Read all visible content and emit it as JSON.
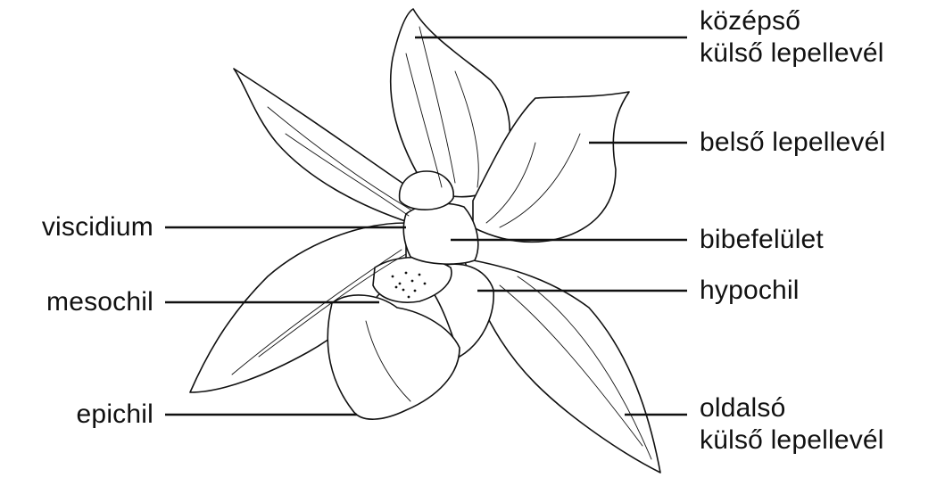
{
  "diagram": {
    "labels": {
      "kozepso_kulso_lepellevel": [
        "középső",
        "külső lepellevél"
      ],
      "belso_lepellevel": "belső lepellevél",
      "viscidium": "viscidium",
      "bibefelulet": "bibefelület",
      "mesochil": "mesochil",
      "hypochil": "hypochil",
      "epichil": "epichil",
      "oldalso_kulso_lepellevel": [
        "oldalsó",
        "külső lepellevél"
      ]
    },
    "colors": {
      "line": "#111111",
      "background": "#ffffff"
    }
  }
}
